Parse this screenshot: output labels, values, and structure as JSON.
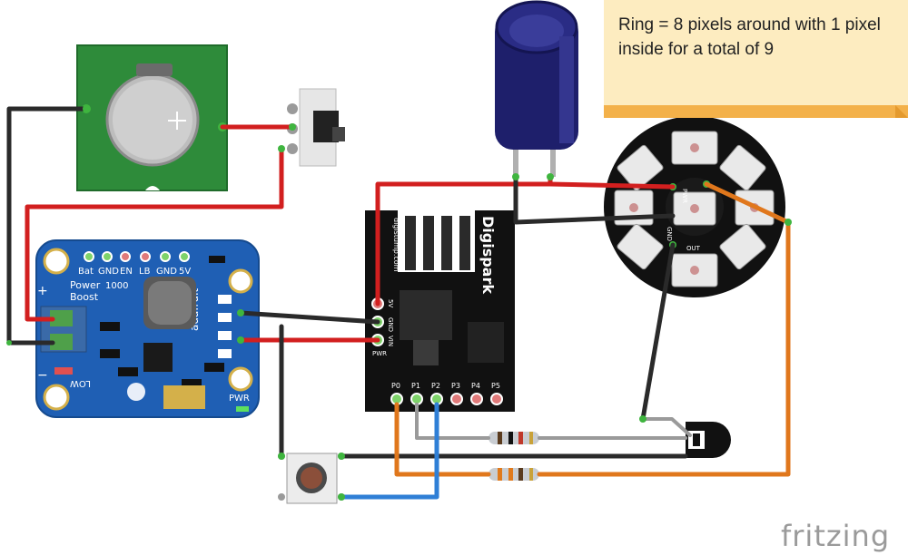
{
  "note": {
    "text": "Ring = 8 pixels around with 1 pixel inside for a total of 9"
  },
  "watermark": "fritzing",
  "boost_board": {
    "pin_labels": [
      "Bat",
      "GND",
      "EN",
      "LB",
      "GND",
      "5V"
    ],
    "title_line1": "Power",
    "title_line2": "Boost",
    "model": "1000",
    "brand": "adafruit",
    "low_label": "LOW",
    "pwr_label": "PWR",
    "plus": "+",
    "minus": "−"
  },
  "digispark": {
    "name": "Digispark",
    "url": "digistump.com",
    "power_pins": [
      "5V",
      "GND",
      "VIN"
    ],
    "pwr_label": "PWR",
    "io_pins": [
      "P0",
      "P1",
      "P2",
      "P3",
      "P4",
      "P5"
    ]
  },
  "ring": {
    "pin_labels": [
      "PWR",
      "GND",
      "OUT"
    ]
  },
  "colors": {
    "wire_red": "#d21f1f",
    "wire_black": "#2a2a2a",
    "wire_orange": "#e0771c",
    "wire_blue": "#2f7fd6",
    "wire_gray": "#9a9a9a",
    "wire_green_ends": "#3fb53f",
    "pcb_green": "#2e8b3a",
    "pcb_blue": "#1f5fb4",
    "pcb_black": "#111111",
    "capacitor": "#1e1f6b"
  }
}
